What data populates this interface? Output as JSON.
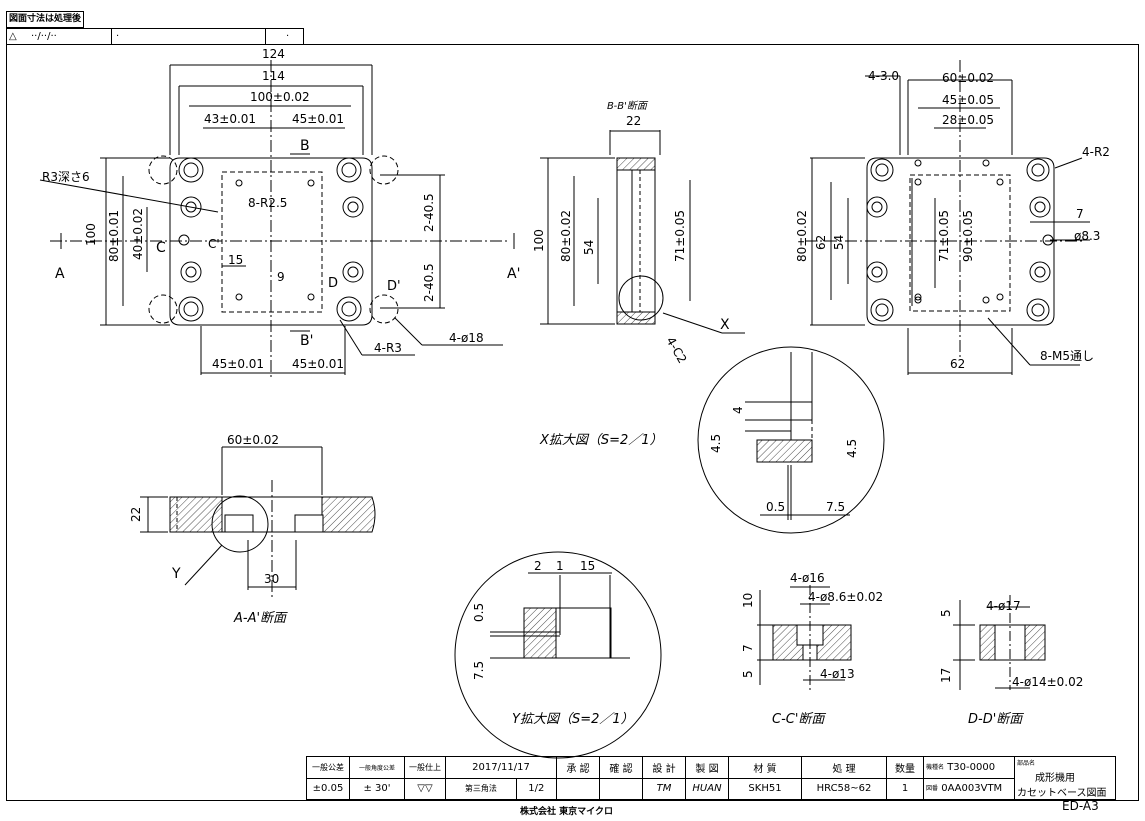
{
  "header": {
    "note": "図面寸法は処理後",
    "revision_mark": "△",
    "revision_date": "··/··/··",
    "revision_a": "·",
    "revision_b": "·"
  },
  "top_view": {
    "dims": [
      "124",
      "114",
      "100±0.02",
      "43±0.01",
      "45±0.01",
      "45±0.01",
      "45±0.01",
      "100",
      "80±0.01",
      "40±0.02",
      "2-40.5",
      "2-40.5",
      "15",
      "9",
      "8-R2.5",
      "R3深さ6",
      "4-R3",
      "4-ø18"
    ],
    "labels": {
      "a": "A",
      "a2": "A'",
      "b": "B",
      "b2": "B'",
      "c": "C",
      "c2": "C'",
      "d": "D",
      "d2": "D'"
    }
  },
  "section_bb": {
    "title": "B-B'断面",
    "dims": [
      "22",
      "100",
      "80±0.02",
      "54",
      "71±0.05",
      "4-C2"
    ],
    "callout": "X"
  },
  "right_view": {
    "dims": [
      "4-3.0",
      "60±0.02",
      "45±0.05",
      "28±0.05",
      "4-R2",
      "7",
      "ø8.3",
      "80±0.02",
      "62",
      "54",
      "71±0.05",
      "90±0.05",
      "62",
      "8-M5通し"
    ]
  },
  "section_aa": {
    "title": "A-A'断面",
    "dims": [
      "60±0.02",
      "22",
      "30"
    ],
    "callout": "Y"
  },
  "detail_x": {
    "title": "X拡大図（S=2／1）",
    "dims": [
      "4",
      "4.5",
      "4.5",
      "0.5",
      "7.5"
    ]
  },
  "detail_y": {
    "title": "Y拡大図（S=2／1）",
    "dims": [
      "2",
      "1",
      "15",
      "0.5",
      "7.5"
    ]
  },
  "section_cc": {
    "title": "C-C'断面",
    "dims": [
      "4-ø16",
      "4-ø8.6±0.02",
      "10",
      "7",
      "5",
      "4-ø13"
    ]
  },
  "section_dd": {
    "title": "D-D'断面",
    "dims": [
      "4-ø17",
      "5",
      "17",
      "4-ø14±0.02"
    ]
  },
  "title_block": {
    "h_tol": "一般公差",
    "h_ang": "一般角度公差",
    "h_fin": "一般仕上",
    "tol": "±0.05",
    "ang": "± 30'",
    "fin": "▽▽",
    "date": "2017/11/17",
    "proj": "第三角法",
    "scale": "1/2",
    "h_appr": "承 認",
    "h_check": "確 認",
    "h_design": "設 計",
    "h_draw": "製 図",
    "design": "TM",
    "draw": "HUAN",
    "h_mat": "材 質",
    "mat": "SKH51",
    "h_proc": "処 理",
    "proc": "HRC58~62",
    "h_qty": "数量",
    "qty": "1",
    "h_model": "機種名",
    "model": "T30-0000",
    "h_dwg": "図番",
    "dwg": "0AA003VTM",
    "h_part": "部品名",
    "part1": "成形機用",
    "part2": "カセットベース図面"
  },
  "company": "株式会社 東京マイクロ",
  "sheet": "ED-A3"
}
